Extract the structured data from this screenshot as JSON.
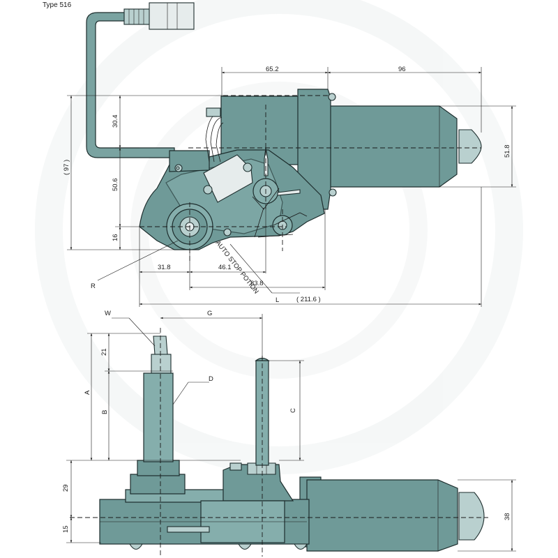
{
  "title": "Type 516",
  "colors": {
    "body": "#6f9a98",
    "body_light": "#85aeac",
    "highlight": "#b9d0cf",
    "line": "#1a1a1a",
    "watermark": "#eef2f2"
  },
  "top_view": {
    "dims": {
      "d65_2": "65.2",
      "d96": "96",
      "d30_4": "30.4",
      "d97": "( 97 )",
      "d51_8": "51.8",
      "d50_6": "50.6",
      "d16": "16",
      "d31_8": "31.8",
      "d46_1": "46.1",
      "d83_8": "83.8",
      "d211_6": "( 211.6 )"
    },
    "labels": {
      "R": "R",
      "L": "L",
      "auto_stop": "AUTO STOP POTION"
    }
  },
  "side_view": {
    "dims": {
      "d21": "21",
      "d29": "29",
      "d15": "15",
      "d38": "38"
    },
    "labels": {
      "W": "W",
      "G": "G",
      "D": "D",
      "A": "A",
      "B": "B",
      "C": "C"
    }
  }
}
